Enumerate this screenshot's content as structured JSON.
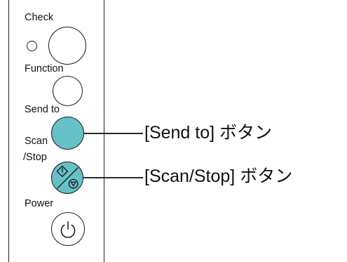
{
  "panel": {
    "check_label": "Check",
    "function_label": "Function",
    "send_to_label": "Send to",
    "scan_stop_label_line1": "Scan",
    "scan_stop_label_line2": "/Stop",
    "power_label": "Power"
  },
  "callouts": {
    "send_to": "[Send to] ボタン",
    "scan_stop": "[Scan/Stop] ボタン"
  },
  "colors": {
    "highlight": "#66c0c8",
    "outline": "#1a1a1a"
  },
  "icons": {
    "scan_stop": "scan-stop-icon",
    "power": "power-icon"
  }
}
